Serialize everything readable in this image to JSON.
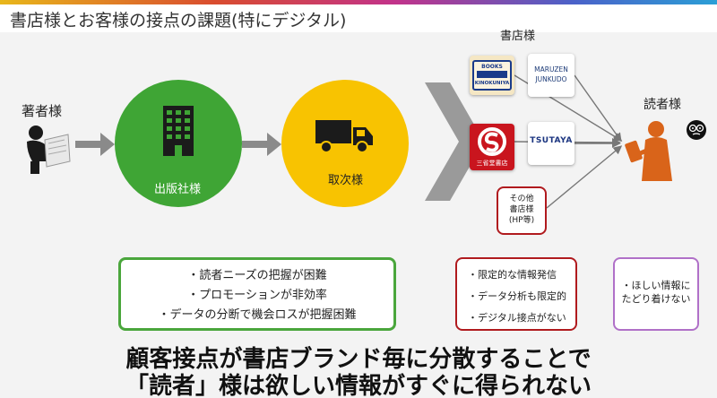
{
  "title": "書店様とお客様の接点の課題(特にデジタル)",
  "author_label": "著者様",
  "publisher_label": "出版社様",
  "distributor_label": "取次様",
  "bookstores_label": "書店様",
  "readers_label": "読者様",
  "stores": {
    "kinokuniya_top": "BOOKS",
    "kinokuniya_bottom": "KINOKUNIYA",
    "maruzen_top": "MARUZEN",
    "maruzen_bottom": "JUNKUDO",
    "sanseido": "三省堂書店",
    "tsutaya": "TSUTAYA",
    "other_line1": "その他",
    "other_line2": "書店様",
    "other_line3": "(HP等)"
  },
  "issues_publisher": [
    "・読者ニーズの把握が困難",
    "・プロモーションが非効率",
    "・データの分断で機会ロスが把握困難"
  ],
  "issues_bookstore": [
    "・限定的な情報発信",
    "・データ分析も限定的",
    "・デジタル接点がない"
  ],
  "issues_reader": [
    "・ほしい情報に",
    "たどり着けない"
  ],
  "headline_line1": "顧客接点が書店ブランド毎に分散することで",
  "headline_line2": "「読者」様は欲しい情報がすぐに得られない",
  "colors": {
    "publisher_circle": "#3fa535",
    "distributor_circle": "#f8c301",
    "publisher_box_border": "#4aa63c",
    "bookstore_box_border": "#b01a1e",
    "reader_box_border": "#b070c8",
    "reader_figure": "#d9641a",
    "arrow_gray": "#8a8a8a"
  }
}
